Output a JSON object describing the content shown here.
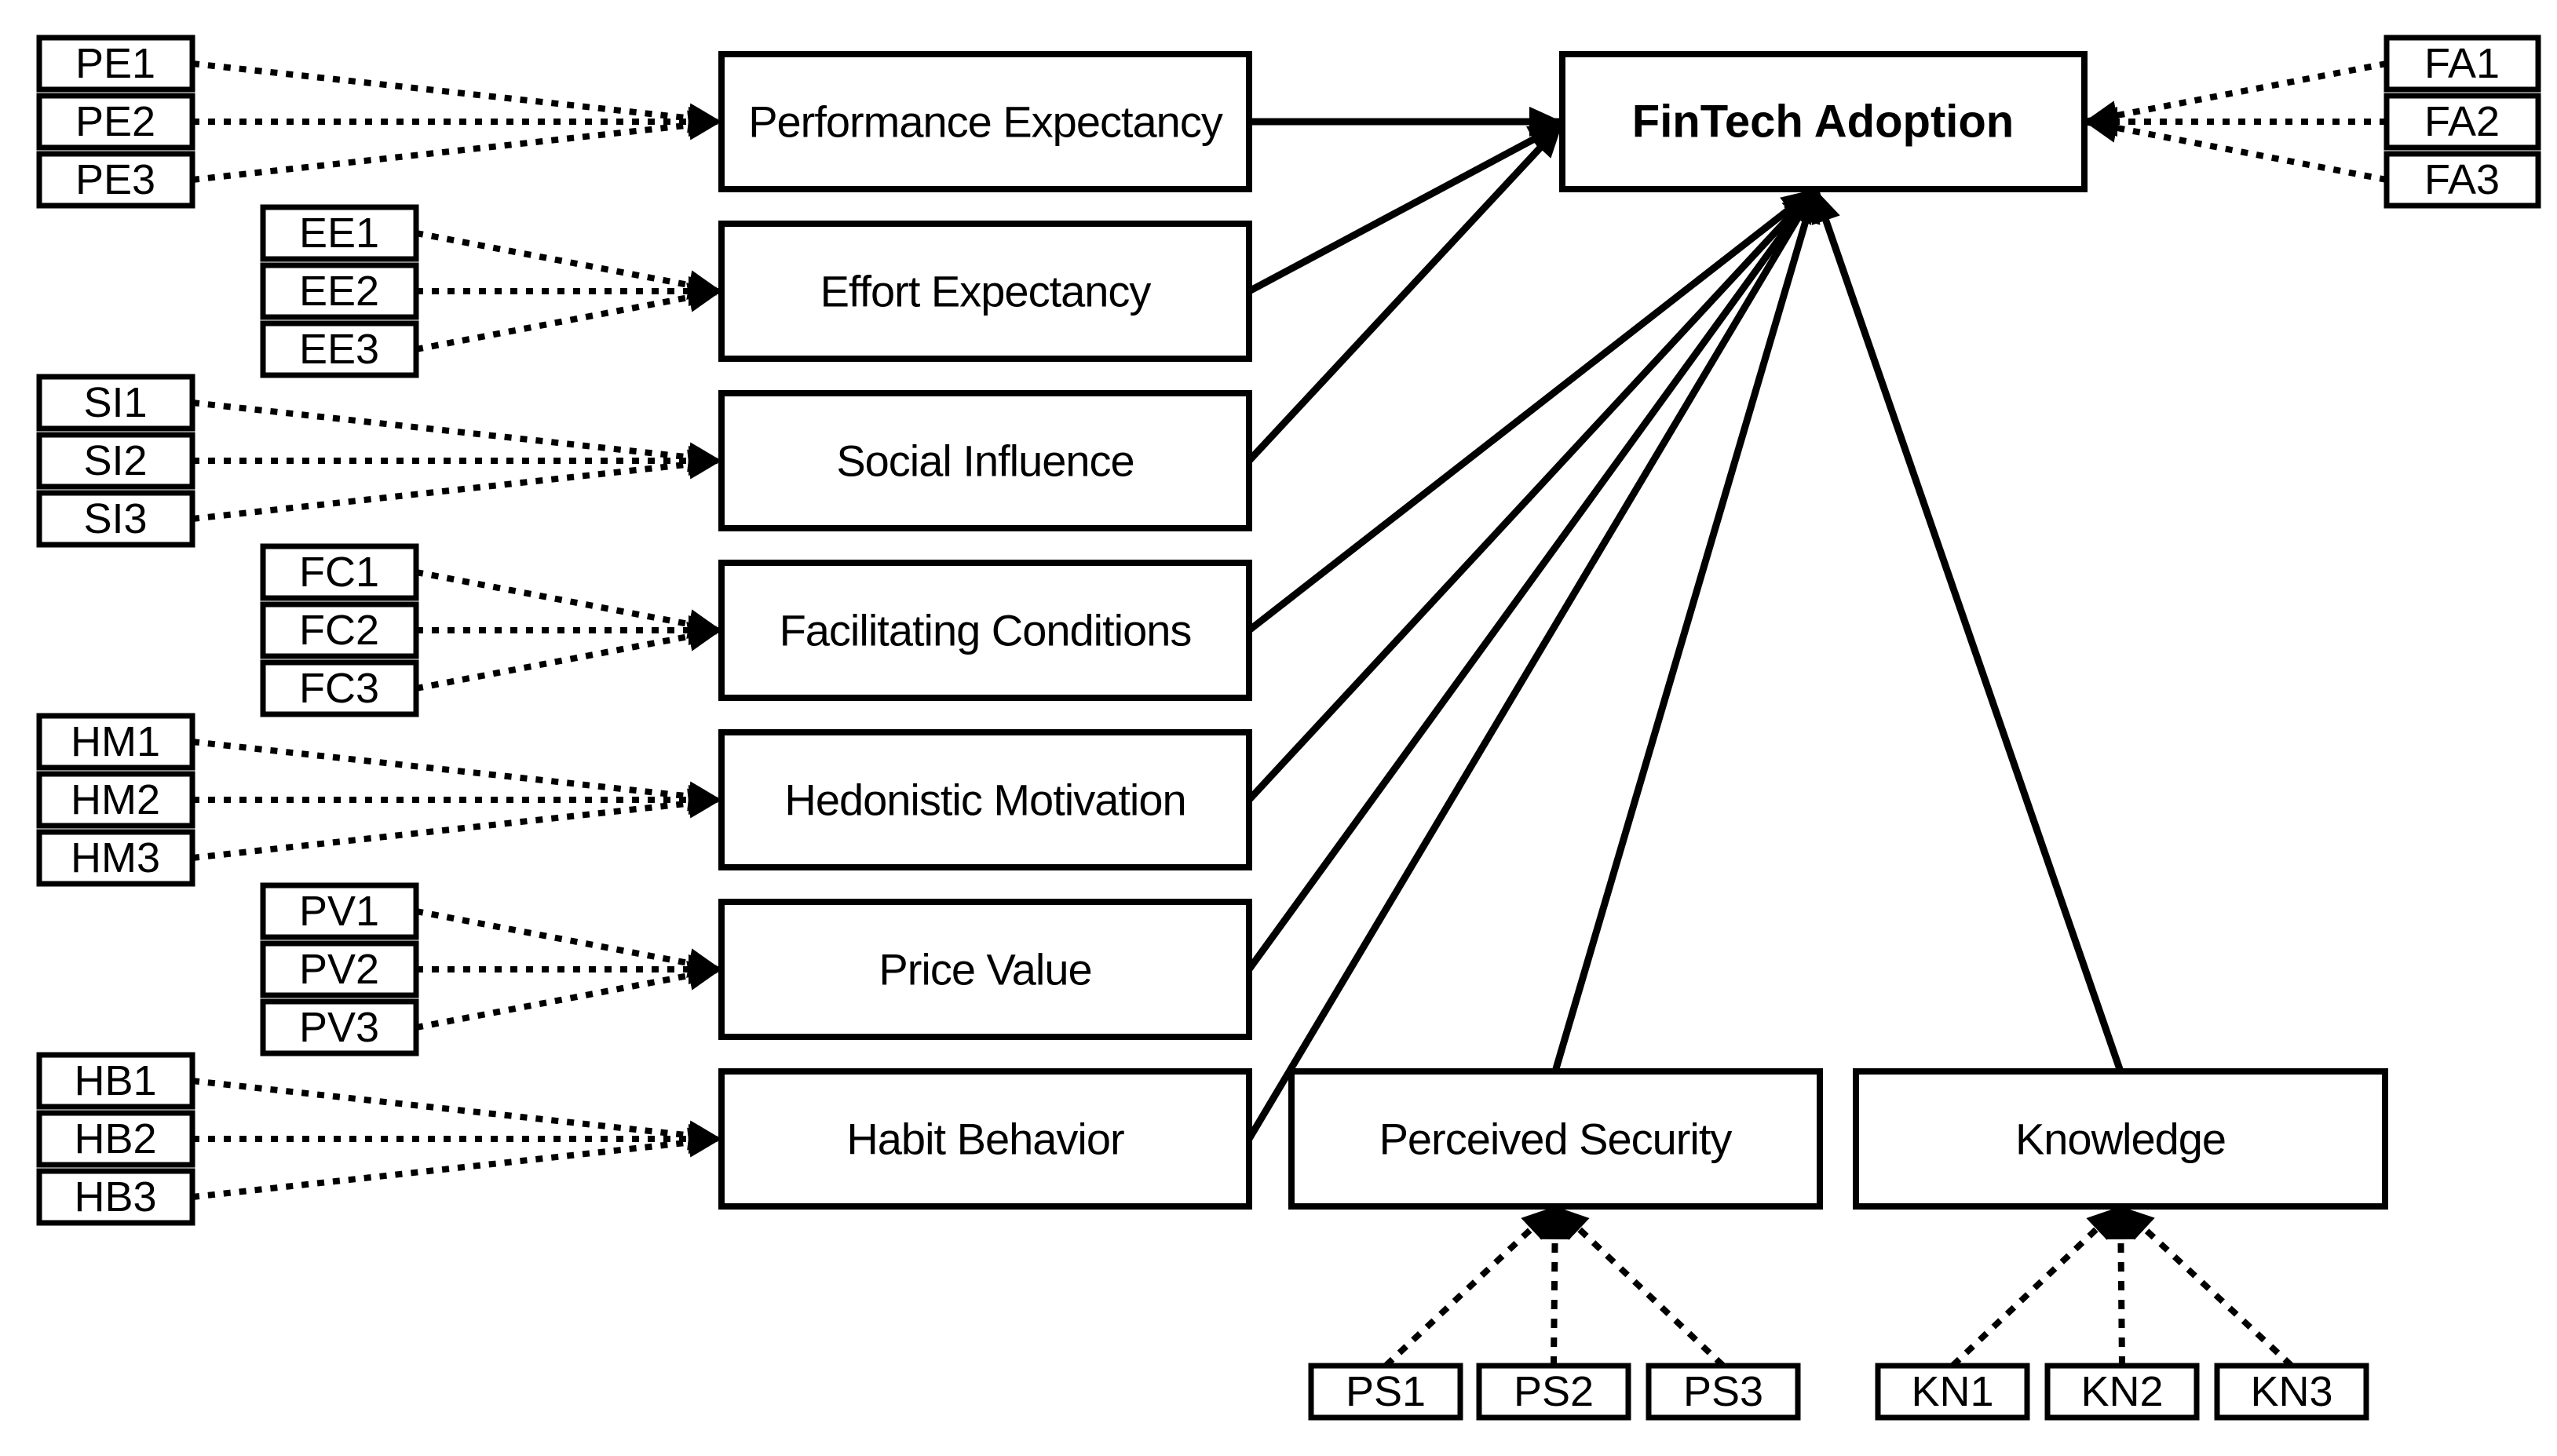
{
  "colors": {
    "line": "#000000",
    "box_fill": "#ffffff",
    "text": "#000000",
    "background": "#ffffff"
  },
  "outcome": {
    "label": "FinTech Adoption",
    "indicators": [
      "FA1",
      "FA2",
      "FA3"
    ]
  },
  "constructs": [
    {
      "label": "Performance Expectancy",
      "indicators": [
        "PE1",
        "PE2",
        "PE3"
      ]
    },
    {
      "label": "Effort Expectancy",
      "indicators": [
        "EE1",
        "EE2",
        "EE3"
      ]
    },
    {
      "label": "Social Influence",
      "indicators": [
        "SI1",
        "SI2",
        "SI3"
      ]
    },
    {
      "label": "Facilitating Conditions",
      "indicators": [
        "FC1",
        "FC2",
        "FC3"
      ]
    },
    {
      "label": "Hedonistic Motivation",
      "indicators": [
        "HM1",
        "HM2",
        "HM3"
      ]
    },
    {
      "label": "Price Value",
      "indicators": [
        "PV1",
        "PV2",
        "PV3"
      ]
    },
    {
      "label": "Habit Behavior",
      "indicators": [
        "HB1",
        "HB2",
        "HB3"
      ]
    },
    {
      "label": "Perceived Security",
      "indicators": [
        "PS1",
        "PS2",
        "PS3"
      ]
    },
    {
      "label": "Knowledge",
      "indicators": [
        "KN1",
        "KN2",
        "KN3"
      ]
    }
  ]
}
